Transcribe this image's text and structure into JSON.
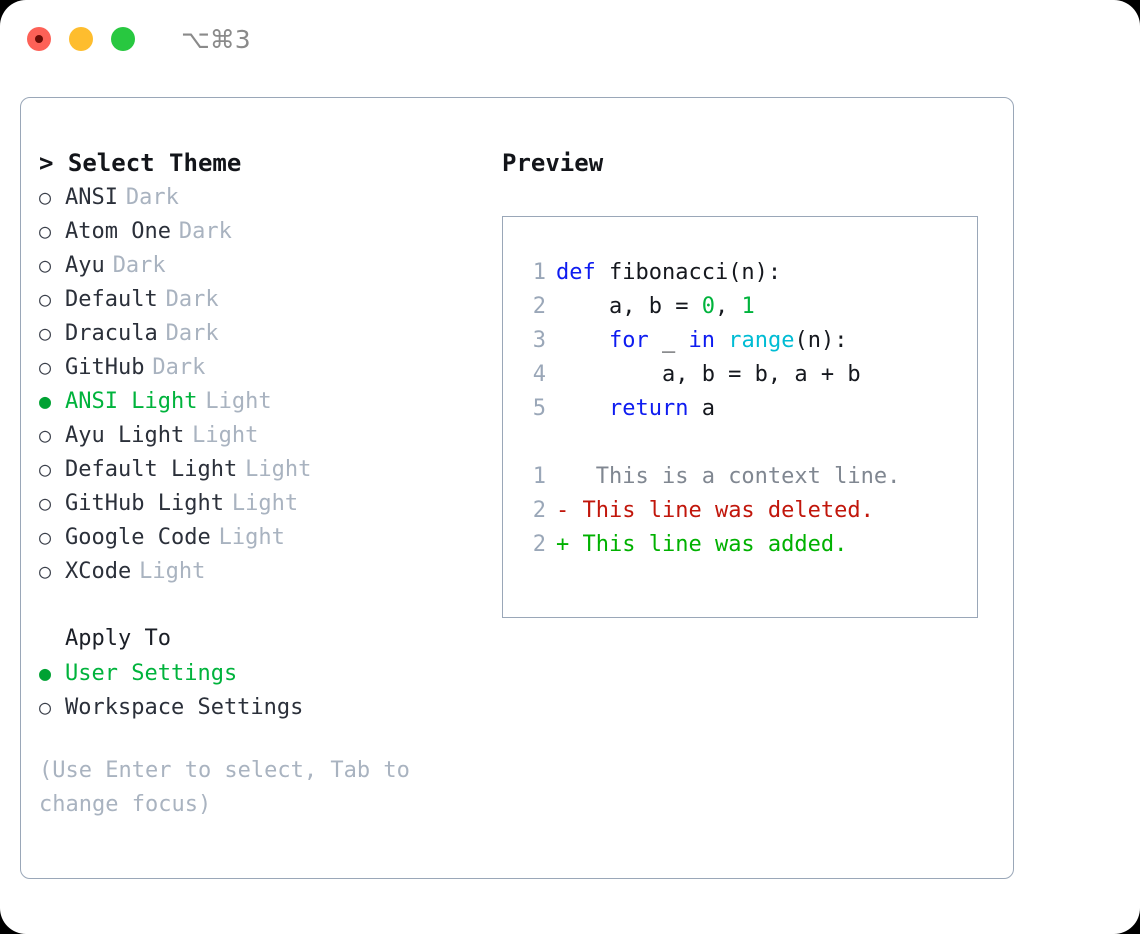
{
  "titlebar": {
    "shortcut": "⌥⌘3",
    "lights": [
      {
        "name": "close",
        "color": "#fd6157"
      },
      {
        "name": "minimize",
        "color": "#febd2e"
      },
      {
        "name": "maximize",
        "color": "#28c840"
      }
    ]
  },
  "theme_picker": {
    "heading": "> Select Theme",
    "selected_bullet": "●",
    "unselected_bullet": "○",
    "items": [
      {
        "name": "ANSI",
        "variant": "Dark",
        "selected": false
      },
      {
        "name": "Atom One",
        "variant": "Dark",
        "selected": false
      },
      {
        "name": "Ayu",
        "variant": "Dark",
        "selected": false
      },
      {
        "name": "Default",
        "variant": "Dark",
        "selected": false
      },
      {
        "name": "Dracula",
        "variant": "Dark",
        "selected": false
      },
      {
        "name": "GitHub",
        "variant": "Dark",
        "selected": false
      },
      {
        "name": "ANSI Light",
        "variant": "Light",
        "selected": true
      },
      {
        "name": "Ayu Light",
        "variant": "Light",
        "selected": false
      },
      {
        "name": "Default Light",
        "variant": "Light",
        "selected": false
      },
      {
        "name": "GitHub Light",
        "variant": "Light",
        "selected": false
      },
      {
        "name": "Google Code",
        "variant": "Light",
        "selected": false
      },
      {
        "name": "XCode",
        "variant": "Light",
        "selected": false
      }
    ]
  },
  "apply_to": {
    "heading": "Apply To",
    "items": [
      {
        "name": "User Settings",
        "selected": true
      },
      {
        "name": "Workspace Settings",
        "selected": false
      }
    ]
  },
  "hint": "(Use Enter to select, Tab to change focus)",
  "preview": {
    "title": "Preview",
    "code_lines": [
      {
        "no": "1",
        "tokens": [
          {
            "t": "def ",
            "c": "kw"
          },
          {
            "t": "fibonacci(n):",
            "c": "plain"
          }
        ]
      },
      {
        "no": "2",
        "tokens": [
          {
            "t": "    a, b = ",
            "c": "plain"
          },
          {
            "t": "0",
            "c": "num"
          },
          {
            "t": ", ",
            "c": "plain"
          },
          {
            "t": "1",
            "c": "num"
          }
        ]
      },
      {
        "no": "3",
        "tokens": [
          {
            "t": "    ",
            "c": "plain"
          },
          {
            "t": "for",
            "c": "kw"
          },
          {
            "t": " _ ",
            "c": "plain"
          },
          {
            "t": "in",
            "c": "kw"
          },
          {
            "t": " ",
            "c": "plain"
          },
          {
            "t": "range",
            "c": "fn"
          },
          {
            "t": "(n):",
            "c": "plain"
          }
        ]
      },
      {
        "no": "4",
        "tokens": [
          {
            "t": "        a, b = b, a + b",
            "c": "plain"
          }
        ]
      },
      {
        "no": "5",
        "tokens": [
          {
            "t": "    ",
            "c": "plain"
          },
          {
            "t": "return",
            "c": "kw"
          },
          {
            "t": " a",
            "c": "plain"
          }
        ]
      }
    ],
    "diff_lines": [
      {
        "no": "1",
        "marker": " ",
        "text": "  This is a context line.",
        "kind": "ctx"
      },
      {
        "no": "2",
        "marker": "-",
        "text": " This line was deleted.",
        "kind": "del"
      },
      {
        "no": "2",
        "marker": "+",
        "text": " This line was added.",
        "kind": "add"
      }
    ]
  },
  "colors": {
    "accent_green": "#00b33c",
    "muted": "#a9b3c0",
    "text": "#2b303a",
    "keyword": "#0e1cf0",
    "function": "#00bcd4",
    "number": "#00b33c",
    "diff_deleted": "#c1160b",
    "diff_added": "#00b100",
    "border": "#9aa7b8"
  }
}
